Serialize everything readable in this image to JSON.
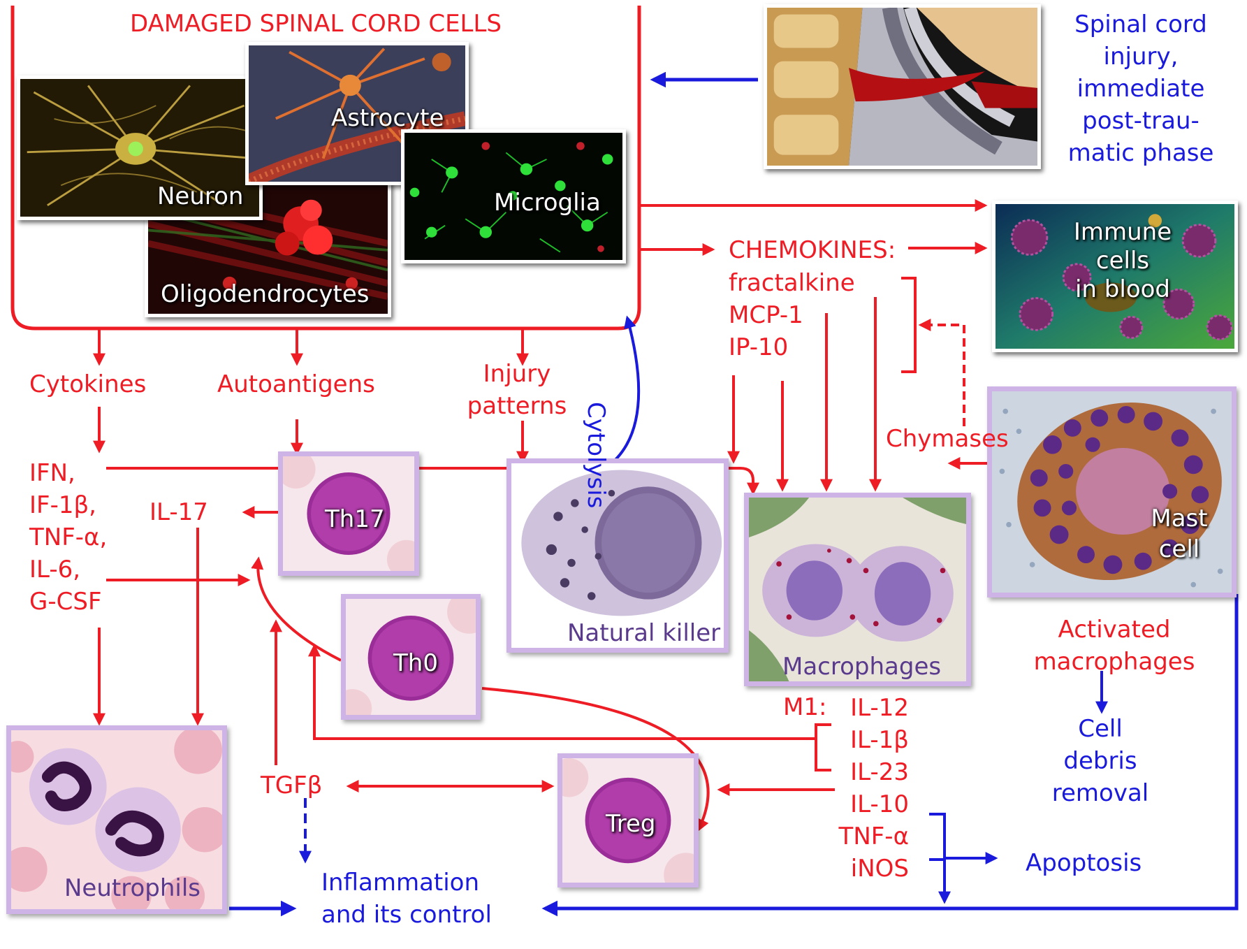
{
  "header": {
    "damaged_cells_title": "DAMAGED SPINAL CORD CELLS",
    "injury_note": [
      "Spinal cord",
      "injury,",
      "immediate",
      "post-trau-",
      "matic phase"
    ]
  },
  "cells": {
    "neuron": "Neuron",
    "astrocyte": "Astrocyte",
    "microglia": "Microglia",
    "oligodendrocytes": "Oligodendrocytes",
    "immune_cells_blood": [
      "Immune",
      "cells",
      "in blood"
    ],
    "th17": "Th17",
    "th0": "Th0",
    "treg": "Treg",
    "natural_killer": "Natural killer",
    "macrophages": "Macrophages",
    "mast_cell": [
      "Mast",
      "cell"
    ],
    "neutrophils": "Neutrophils"
  },
  "signals": {
    "cytokines": "Cytokines",
    "autoantigens": "Autoantigens",
    "injury_patterns": [
      "Injury",
      "patterns"
    ],
    "cytolysis": "Cytolysis",
    "chemokines_title": "CHEMOKINES:",
    "chemokines": [
      "fractalkine",
      "MCP-1",
      "IP-10"
    ],
    "chymases": "Chymases",
    "cytokine_list": [
      "IFN,",
      "IF-1β,",
      "TNF-α,",
      "IL-6,",
      "G-CSF"
    ],
    "il17": "IL-17",
    "tgfb": "TGFβ",
    "m1_prefix": "M1:",
    "m1_list": [
      "IL-12",
      "IL-1β",
      "IL-23",
      "IL-10",
      "TNF-α",
      "iNOS"
    ]
  },
  "outcomes": {
    "activated_macrophages": [
      "Activated",
      "macrophages"
    ],
    "cell_debris_removal": [
      "Cell",
      "debris",
      "removal"
    ],
    "apoptosis": "Apoptosis",
    "inflammation_control": [
      "Inflammation",
      "and its control"
    ]
  },
  "colors": {
    "activation_arrow": "#ee1c24",
    "regulation_arrow": "#1a1adc",
    "cell_frame": "#cdb3e6"
  }
}
